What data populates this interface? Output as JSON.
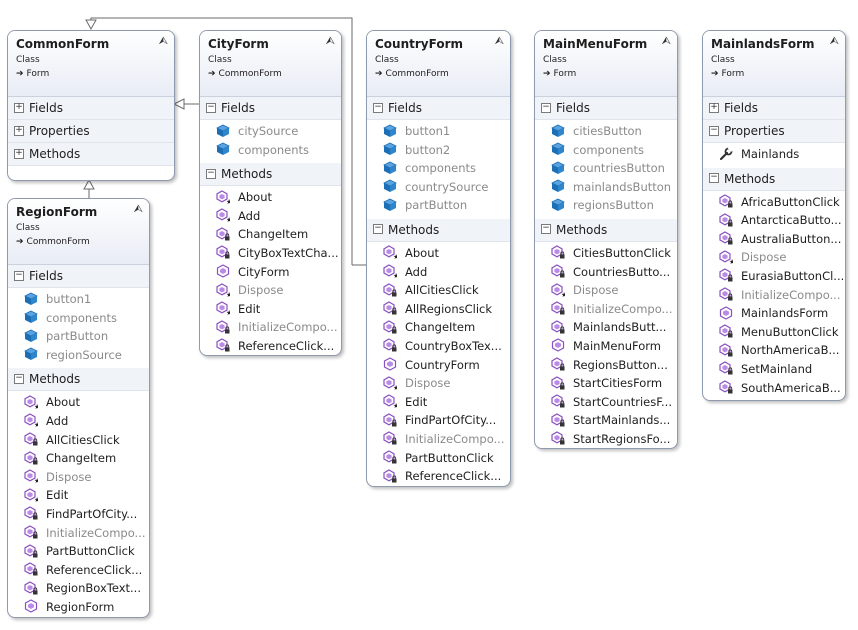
{
  "classes": {
    "commonform": {
      "name": "CommonForm",
      "kind": "Class",
      "base": "Form",
      "sections": [
        {
          "title": "Fields",
          "expanded": false,
          "items": []
        },
        {
          "title": "Properties",
          "expanded": false,
          "items": []
        },
        {
          "title": "Methods",
          "expanded": false,
          "items": []
        }
      ]
    },
    "cityform": {
      "name": "CityForm",
      "kind": "Class",
      "base": "CommonForm",
      "sections": [
        {
          "title": "Fields",
          "expanded": true,
          "items": [
            {
              "name": "citySource",
              "type": "field",
              "private": true
            },
            {
              "name": "components",
              "type": "field",
              "private": true
            }
          ]
        },
        {
          "title": "Methods",
          "expanded": true,
          "items": [
            {
              "name": "About",
              "type": "method-star",
              "private": false
            },
            {
              "name": "Add",
              "type": "method-star",
              "private": false
            },
            {
              "name": "ChangeItem",
              "type": "method-lock",
              "private": false
            },
            {
              "name": "CityBoxTextCha...",
              "type": "method-lock",
              "private": false
            },
            {
              "name": "CityForm",
              "type": "method",
              "private": false
            },
            {
              "name": "Dispose",
              "type": "method-star",
              "private": true
            },
            {
              "name": "Edit",
              "type": "method-star",
              "private": false
            },
            {
              "name": "InitializeCompo...",
              "type": "method-lock",
              "private": true
            },
            {
              "name": "ReferenceClick...",
              "type": "method-lock",
              "private": false
            }
          ]
        }
      ]
    },
    "countryform": {
      "name": "CountryForm",
      "kind": "Class",
      "base": "CommonForm",
      "sections": [
        {
          "title": "Fields",
          "expanded": true,
          "items": [
            {
              "name": "button1",
              "type": "field",
              "private": true
            },
            {
              "name": "button2",
              "type": "field",
              "private": true
            },
            {
              "name": "components",
              "type": "field",
              "private": true
            },
            {
              "name": "countrySource",
              "type": "field",
              "private": true
            },
            {
              "name": "partButton",
              "type": "field",
              "private": true
            }
          ]
        },
        {
          "title": "Methods",
          "expanded": true,
          "items": [
            {
              "name": "About",
              "type": "method-star",
              "private": false
            },
            {
              "name": "Add",
              "type": "method-star",
              "private": false
            },
            {
              "name": "AllCitiesClick",
              "type": "method-lock",
              "private": false
            },
            {
              "name": "AllRegionsClick",
              "type": "method-lock",
              "private": false
            },
            {
              "name": "ChangeItem",
              "type": "method-lock",
              "private": false
            },
            {
              "name": "CountryBoxTex...",
              "type": "method-lock",
              "private": false
            },
            {
              "name": "CountryForm",
              "type": "method",
              "private": false
            },
            {
              "name": "Dispose",
              "type": "method-star",
              "private": true
            },
            {
              "name": "Edit",
              "type": "method-star",
              "private": false
            },
            {
              "name": "FindPartOfCity...",
              "type": "method-lock",
              "private": false
            },
            {
              "name": "InitializeCompo...",
              "type": "method-lock",
              "private": true
            },
            {
              "name": "PartButtonClick",
              "type": "method-lock",
              "private": false
            },
            {
              "name": "ReferenceClick...",
              "type": "method-lock",
              "private": false
            }
          ]
        }
      ]
    },
    "mainmenuform": {
      "name": "MainMenuForm",
      "kind": "Class",
      "base": "Form",
      "sections": [
        {
          "title": "Fields",
          "expanded": true,
          "items": [
            {
              "name": "citiesButton",
              "type": "field",
              "private": true
            },
            {
              "name": "components",
              "type": "field",
              "private": true
            },
            {
              "name": "countriesButton",
              "type": "field",
              "private": true
            },
            {
              "name": "mainlandsButton",
              "type": "field",
              "private": true
            },
            {
              "name": "regionsButton",
              "type": "field",
              "private": true
            }
          ]
        },
        {
          "title": "Methods",
          "expanded": true,
          "items": [
            {
              "name": "CitiesButtonClick",
              "type": "method-lock",
              "private": false
            },
            {
              "name": "CountriesButto...",
              "type": "method-lock",
              "private": false
            },
            {
              "name": "Dispose",
              "type": "method-star",
              "private": true
            },
            {
              "name": "InitializeCompo...",
              "type": "method-lock",
              "private": true
            },
            {
              "name": "MainlandsButt...",
              "type": "method-lock",
              "private": false
            },
            {
              "name": "MainMenuForm",
              "type": "method",
              "private": false
            },
            {
              "name": "RegionsButton...",
              "type": "method-lock",
              "private": false
            },
            {
              "name": "StartCitiesForm",
              "type": "method-lock",
              "private": false
            },
            {
              "name": "StartCountriesF...",
              "type": "method-lock",
              "private": false
            },
            {
              "name": "StartMainlands...",
              "type": "method-lock",
              "private": false
            },
            {
              "name": "StartRegionsFo...",
              "type": "method-lock",
              "private": false
            }
          ]
        }
      ]
    },
    "mainlandsform": {
      "name": "MainlandsForm",
      "kind": "Class",
      "base": "Form",
      "sections": [
        {
          "title": "Fields",
          "expanded": false,
          "items": []
        },
        {
          "title": "Properties",
          "expanded": true,
          "items": [
            {
              "name": "Mainlands",
              "type": "property",
              "private": false
            }
          ]
        },
        {
          "title": "Methods",
          "expanded": true,
          "items": [
            {
              "name": "AfricaButtonClick",
              "type": "method-lock",
              "private": false
            },
            {
              "name": "AntarcticaButto...",
              "type": "method-lock",
              "private": false
            },
            {
              "name": "AustraliaButton...",
              "type": "method-lock",
              "private": false
            },
            {
              "name": "Dispose",
              "type": "method-star",
              "private": true
            },
            {
              "name": "EurasiaButtonCl...",
              "type": "method-lock",
              "private": false
            },
            {
              "name": "InitializeCompo...",
              "type": "method-lock",
              "private": true
            },
            {
              "name": "MainlandsForm",
              "type": "method",
              "private": false
            },
            {
              "name": "MenuButtonClick",
              "type": "method-lock",
              "private": false
            },
            {
              "name": "NorthAmericaB...",
              "type": "method-lock",
              "private": false
            },
            {
              "name": "SetMainland",
              "type": "method-lock",
              "private": false
            },
            {
              "name": "SouthAmericaB...",
              "type": "method-lock",
              "private": false
            }
          ]
        }
      ]
    },
    "regionform": {
      "name": "RegionForm",
      "kind": "Class",
      "base": "CommonForm",
      "sections": [
        {
          "title": "Fields",
          "expanded": true,
          "items": [
            {
              "name": "button1",
              "type": "field",
              "private": true
            },
            {
              "name": "components",
              "type": "field",
              "private": true
            },
            {
              "name": "partButton",
              "type": "field",
              "private": true
            },
            {
              "name": "regionSource",
              "type": "field",
              "private": true
            }
          ]
        },
        {
          "title": "Methods",
          "expanded": true,
          "items": [
            {
              "name": "About",
              "type": "method-star",
              "private": false
            },
            {
              "name": "Add",
              "type": "method-star",
              "private": false
            },
            {
              "name": "AllCitiesClick",
              "type": "method-lock",
              "private": false
            },
            {
              "name": "ChangeItem",
              "type": "method-lock",
              "private": false
            },
            {
              "name": "Dispose",
              "type": "method-star",
              "private": true
            },
            {
              "name": "Edit",
              "type": "method-star",
              "private": false
            },
            {
              "name": "FindPartOfCity...",
              "type": "method-lock",
              "private": false
            },
            {
              "name": "InitializeCompo...",
              "type": "method-lock",
              "private": true
            },
            {
              "name": "PartButtonClick",
              "type": "method-lock",
              "private": false
            },
            {
              "name": "ReferenceClick...",
              "type": "method-lock",
              "private": false
            },
            {
              "name": "RegionBoxText...",
              "type": "method-lock",
              "private": false
            },
            {
              "name": "RegionForm",
              "type": "method",
              "private": false
            }
          ]
        }
      ]
    }
  },
  "symbols": {
    "collapse": "⮙",
    "inherit_arrow": "➔",
    "expanded": "−",
    "collapsed": "+"
  },
  "colors": {
    "border": "#8e9aae",
    "header_gradient_end": "#e8ecf5",
    "field_icon": "#1c6fb4",
    "method_icon": "#8a4fc2",
    "private_text": "#8a8a8a"
  }
}
